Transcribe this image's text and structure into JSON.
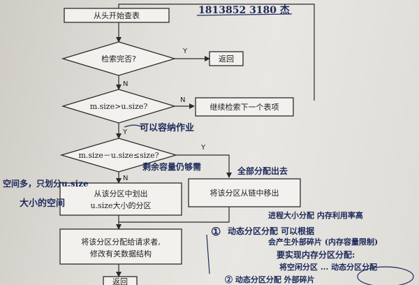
{
  "flowchart": {
    "start": "从头开始查表",
    "check_done": "检索完否?",
    "return_top": "返回",
    "next_entry": "继续检索下一个表项",
    "compare_size": "m.size>u.size?",
    "compare_diff": "m.size－u.size≤size?",
    "carve": "从该分区中划出",
    "carve_size": "u.size大小的分区",
    "remove": "将该分区从链中移出",
    "assign": "将该分区分配给请求者,",
    "assign_update": "修改有关数据结构",
    "return_bottom": "返回",
    "yes": "Y",
    "no": "N"
  },
  "annotations": {
    "phone": "1813852 3180 杰",
    "can_hold": "可以容纳作业",
    "leftover": "剩余容量仍够需",
    "allocate_all": "全部分配出去",
    "left_note_1": "空间多，只划分u.size",
    "left_note_2": "大小的空间",
    "circle_num": "①",
    "dyn_title": "动态分区分配 可以根据",
    "dyn_line2": "进程大小分配 内存利用率高",
    "dyn_line3": "会产生外部碎片 (内存容量限制)",
    "dyn_line4": "要实现内存分区分配:",
    "dyn_line5": "将空闲分区 ... 动态分区分配",
    "dyn_line6": "② 动态分区分配 外部碎片"
  }
}
